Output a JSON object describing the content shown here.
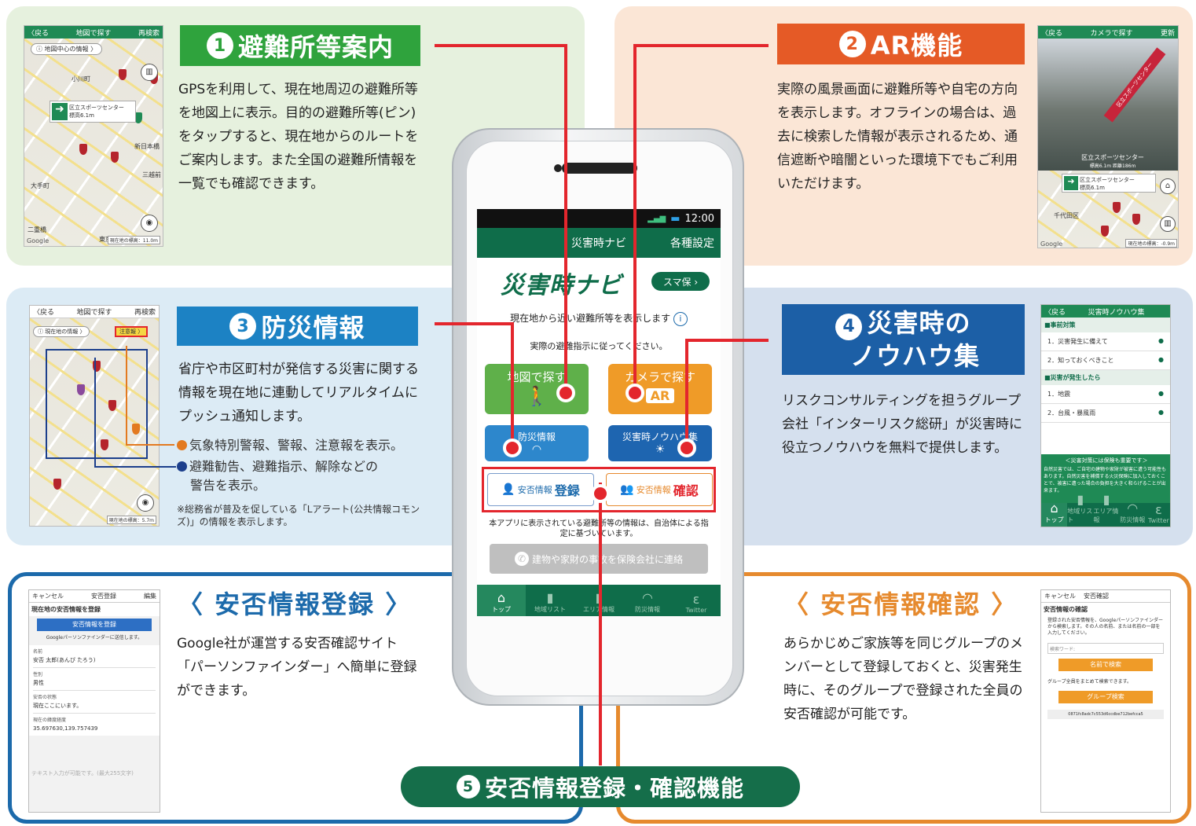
{
  "section1": {
    "num": "1",
    "title": "避難所等案内",
    "desc": "GPSを利用して、現在地周辺の避難所等を地図上に表示。目的の避難所等(ピン)をタップすると、現在地からのルートをご案内します。また全国の避難所情報を一覧でも確認できます。",
    "shot": {
      "back": "〈戻る",
      "title": "地図で探す",
      "right": "再検索",
      "chip": "ⓘ 地図中心の情報 〉",
      "pinlabel": "区立スポーツセンター",
      "pinsub": "標高6.1m",
      "map_btn": "マップ",
      "foot": "現在地の標高：11.0m",
      "google": "Google",
      "places": [
        "小川町",
        "新日本橋",
        "大手町",
        "二重橋",
        "三越前",
        "東京"
      ]
    }
  },
  "section2": {
    "num": "2",
    "title": "AR機能",
    "desc": "実際の風景画面に避難所等や自宅の方向を表示します。オフラインの場合は、過去に検索した情報が表示されるため、通信遮断や暗闇といった環境下でもご利用いただけます。",
    "shot": {
      "back": "〈戻る",
      "title": "カメラで探す",
      "right": "更新",
      "tag": "区立スポーツセンター",
      "tag2": "標高6.1m 距離186m",
      "pinlabel": "区立スポーツセンター",
      "pinsub": "標高6.1m",
      "area": "千代田区",
      "foot": "現在地の標高：-0.9m",
      "google": "Google"
    }
  },
  "section3": {
    "num": "3",
    "title": "防災情報",
    "desc": "省庁や市区町村が発信する災害に関する情報を現在地に連動してリアルタイムにプッシュ通知します。",
    "bullet1": "気象特別警報、警報、注意報を表示。",
    "bullet2": "避難勧告、避難指示、解除などの",
    "bullet2b": "警告を表示。",
    "note": "※総務省が普及を促している「Lアラート(公共情報コモンズ)」の情報を表示します。",
    "shot": {
      "back": "〈戻る",
      "title": "地図で探す",
      "right": "再検索",
      "chip": "ⓘ 現在地の情報 〉",
      "warn": "注意報 〉",
      "foot": "現在地の標高：5.7m"
    }
  },
  "section4": {
    "num": "4",
    "title1": "災害時の",
    "title2": "ノウハウ集",
    "desc": "リスクコンサルティングを担うグループ会社「インターリスク総研」が災害時に役立つノウハウを無料で提供します。",
    "shot": {
      "back": "〈戻る",
      "title": "災害時ノウハウ集",
      "h1": "■事前対策",
      "items1": [
        "1．災害発生に備えて",
        "2．知っておくべきこと"
      ],
      "h2": "■災害が発生したら",
      "items2": [
        "1．地震",
        "2．台風・暴風雨"
      ],
      "banner": "＜災害対策には保険も重要です＞",
      "bannertext": "自然災害では、ご自宅の建物や家財が被害に遭う可能性もあります。自然災害を補償する火災保険に加入しておくことで、被害に遭った場合の負担を大きく和らげることが出来ます。",
      "tabs": [
        "トップ",
        "地域リスト",
        "エリア情報",
        "防災情報",
        "Twitter"
      ]
    }
  },
  "section5": {
    "title": "〈 安否情報登録 〉",
    "desc": "Google社が運営する安否確認サイト「パーソンファインダー」へ簡単に登録ができます。",
    "shot": {
      "cancel": "キャンセル",
      "title": "安否登録",
      "edit": "編集",
      "header": "現在地の安否情報を登録",
      "btn": "安否情報を登録",
      "note": "Googleパーソンファインダーに送信します。",
      "l1": "名前",
      "v1": "安否 太郎(あんぴ たろう)",
      "l2": "性別",
      "v2": "男性",
      "l3": "安否の状態",
      "v3": "現在ここにいます。",
      "l4": "現在の緯度経度",
      "v4": "35.697630,139.757439",
      "placeholder": "テキスト入力が可能です。(最大255文字)"
    }
  },
  "section6": {
    "title": "〈 安否情報確認 〉",
    "desc": "あらかじめご家族等を同じグループのメンバーとして登録しておくと、災害発生時に、そのグループで登録された全員の安否確認が可能です。",
    "shot": {
      "cancel": "キャンセル",
      "title": "安否確認",
      "header": "安否情報の確認",
      "text": "登録された安否情報を、Googleパーソンファインダーから検索します。その人の名前、または名前の一部を入力してください。",
      "search_placeholder": "検索ワード:",
      "btn1": "名前で検索",
      "text2": "グループ全員をまとめて検索できます。",
      "btn2": "グループ検索",
      "code": "0871fc8adc7c553d6ccdbe712befcca5"
    }
  },
  "bottom": {
    "num": "5",
    "title": "安否情報登録・確認機能"
  },
  "phone": {
    "time": "12:00",
    "signal": "▂▄▆",
    "battery": "▬",
    "app_title": "災害時ナビ",
    "settings": "各種設定",
    "logo": "災害時ナビ",
    "sumaho": "スマ保 ›",
    "line1": "現在地から近い避難所等を表示します",
    "line2": "実際の避難指示に従ってください。",
    "btn_map": "地図で探す",
    "btn_cam": "カメラで探す",
    "ar": "AR",
    "btn_bousai": "防災情報",
    "btn_knowhow": "災害時ノウハウ集",
    "anpi_small": "安否情報",
    "anpi_reg": "登録",
    "anpi_chk": "確認",
    "disclaimer": "本アプリに表示されている避難所等の情報は、自治体による指定に基づいています。",
    "contact": "建物や家財の事故を保険会社に連絡",
    "tabs": [
      "トップ",
      "地域リスト",
      "エリア情報",
      "防災情報",
      "Twitter"
    ]
  },
  "colors": {
    "green": "#2fa33d",
    "orange": "#e55a26",
    "blue": "#1c82c4",
    "navy": "#1c5fa6",
    "red": "#e3262d",
    "app": "#0f6d4a"
  }
}
